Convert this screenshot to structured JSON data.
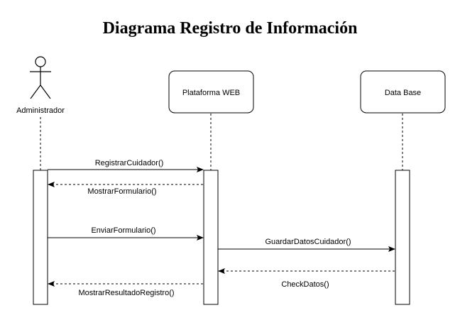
{
  "title": "Diagrama Registro de Información",
  "participants": [
    {
      "id": "admin",
      "label": "Administrador",
      "kind": "actor"
    },
    {
      "id": "web",
      "label": "Plataforma WEB",
      "kind": "box"
    },
    {
      "id": "db",
      "label": "Data Base",
      "kind": "box"
    }
  ],
  "messages": [
    {
      "from": "admin",
      "to": "web",
      "label": "RegistrarCuidador()",
      "style": "sync"
    },
    {
      "from": "web",
      "to": "admin",
      "label": "MostrarFormulario()",
      "style": "return"
    },
    {
      "from": "admin",
      "to": "web",
      "label": "EnviarFormulario()",
      "style": "sync"
    },
    {
      "from": "web",
      "to": "db",
      "label": "GuardarDatosCuidador()",
      "style": "sync"
    },
    {
      "from": "db",
      "to": "web",
      "label": "CheckDatos()",
      "style": "return"
    },
    {
      "from": "web",
      "to": "admin",
      "label": "MostrarResultadoRegistro()",
      "style": "return"
    }
  ]
}
